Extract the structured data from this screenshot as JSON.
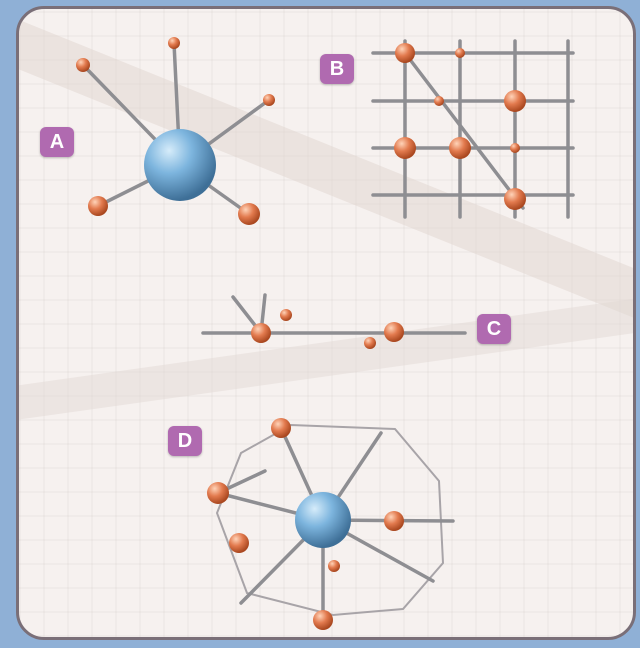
{
  "labels": {
    "a": "A",
    "b": "B",
    "c": "C",
    "d": "D"
  },
  "colors": {
    "background": "#8fb0d6",
    "panel": "#f6f1ef",
    "border": "#7a6f78",
    "badge": "#b06ab0",
    "line": "#8e8e92",
    "small_atom": "#e07a4f",
    "large_atom": "#6ba8d6"
  },
  "icons": {
    "small_atom": "orange-sphere",
    "large_atom": "blue-sphere"
  }
}
